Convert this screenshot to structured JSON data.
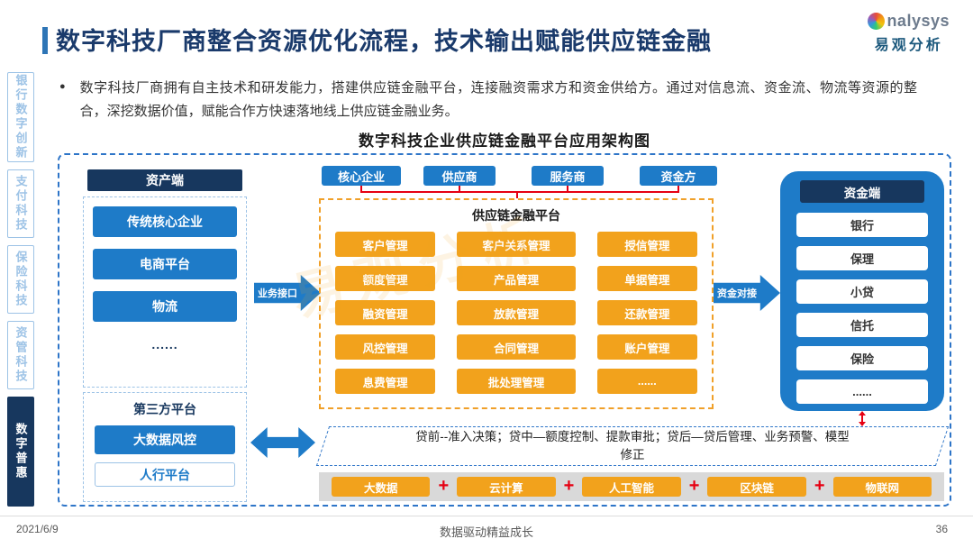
{
  "colors": {
    "primary_blue": "#1e7bc8",
    "navy": "#17375e",
    "orange": "#f2a21c",
    "red": "#e60012",
    "accent": "#2e75b6"
  },
  "page": {
    "title": "数字科技厂商整合资源优化流程，技术输出赋能供应链金融",
    "bullet_marker": "●",
    "bullet_text": "数字科技厂商拥有自主技术和研发能力，搭建供应链金融平台，连接融资需求方和资金供给方。通过对信息流、资金流、物流等资源的整合，深挖数据价值，赋能合作方快速落地线上供应链金融业务。",
    "diagram_title": "数字科技企业供应链金融平台应用架构图",
    "watermark": "易观分析"
  },
  "logo": {
    "brand": "nalysys",
    "name": "易观分析"
  },
  "sidebar": {
    "items": [
      {
        "label": "银行数字创新",
        "active": false
      },
      {
        "label": "支付科技",
        "active": false
      },
      {
        "label": "保险科技",
        "active": false
      },
      {
        "label": "资管科技",
        "active": false
      },
      {
        "label": "数字普惠",
        "active": true
      }
    ]
  },
  "diagram": {
    "asset_side": {
      "title": "资产端",
      "items": [
        "传统核心企业",
        "电商平台",
        "物流"
      ],
      "more": "......"
    },
    "third_party": {
      "title": "第三方平台",
      "primary": "大数据风控",
      "secondary": "人行平台"
    },
    "business_arrow": "业务接口",
    "top_nodes": [
      "核心企业",
      "供应商",
      "服务商",
      "资金方"
    ],
    "platform": {
      "title": "供应链金融平台",
      "modules": [
        "客户管理",
        "客户关系管理",
        "授信管理",
        "额度管理",
        "产品管理",
        "单据管理",
        "融资管理",
        "放款管理",
        "还款管理",
        "风控管理",
        "合同管理",
        "账户管理",
        "息费管理",
        "批处理管理",
        "......"
      ]
    },
    "funding_arrow": "资金对接",
    "funding_side": {
      "title": "资金端",
      "items": [
        "银行",
        "保理",
        "小贷",
        "信托",
        "保险",
        "......"
      ]
    },
    "loan_process": {
      "line1": "贷前--准入决策；贷中—额度控制、提款审批；贷后—贷后管理、业务预警、模型",
      "line2": "修正"
    },
    "tech_bar": {
      "items": [
        "大数据",
        "云计算",
        "人工智能",
        "区块链",
        "物联网"
      ],
      "separator": "+"
    }
  },
  "footer": {
    "date": "2021/6/9",
    "slogan": "数据驱动精益成长",
    "page_number": "36"
  }
}
